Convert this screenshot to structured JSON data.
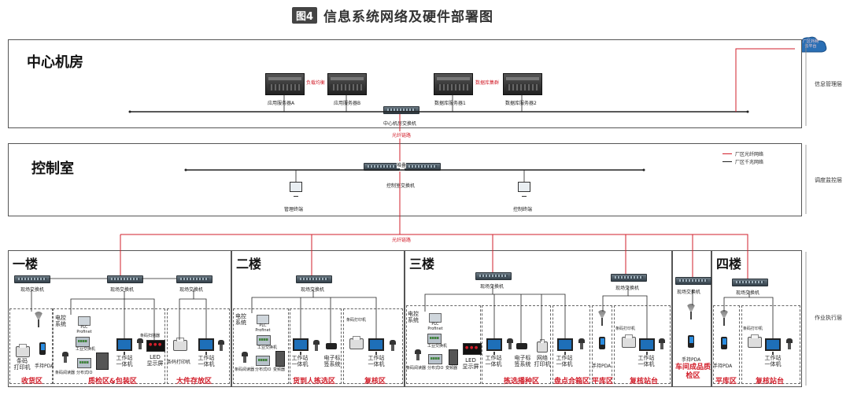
{
  "title": {
    "badge": "图4",
    "text": "信息系统网络及硬件部署图"
  },
  "zones": {
    "center": "中心机房",
    "control": "控制室"
  },
  "layers": {
    "top": "信息管理层",
    "middle": "调度监控层",
    "bottom": "作业执行层"
  },
  "legend": {
    "fiber": "厂区光纤网络",
    "gigabit": "厂区千兆网络"
  },
  "cloud": {
    "line1": "厂区外网",
    "line2": "云平台"
  },
  "center": {
    "servers": [
      "应用服务器A",
      "应用服务器B",
      "数据库服务器1",
      "数据库服务器2"
    ],
    "hot1": "负载均衡",
    "hot2": "数据库集群",
    "switch": "中心机房交换机",
    "fiber_label": "光纤链路"
  },
  "control": {
    "switch": "控制室交换机",
    "hot": "堆叠",
    "term1": "管理终端",
    "term2": "控制终端",
    "fiber_label": "光纤链路"
  },
  "floors": {
    "f1": {
      "title": "一楼",
      "switches": [
        "现场交换机",
        "现场交换机",
        "现场交换机"
      ],
      "devices": {
        "barcode_printer": "条码\n打印机",
        "pda": "手持PDA",
        "elec": "电控\n系统",
        "plc": "PLC\nProfinet",
        "ipc": "工业交换机",
        "scanner": "条码阅读器",
        "io": "分布式IO",
        "ws": "工作站\n一体机",
        "scan2": "条码扫描器",
        "led": "LED\n显示屏",
        "barcode_printer2": "条码打印机",
        "ws2": "工作站\n一体机"
      },
      "areas": [
        "收货区",
        "质检区&包装区",
        "大件存放区"
      ]
    },
    "f2": {
      "title": "二楼",
      "switch": "现场交换机",
      "devices": {
        "elec": "电控\n系统",
        "plc": "PLC\nProfinet",
        "ipc": "工业交换机",
        "scanner": "条码阅读器",
        "io": "分布式IO",
        "vfd": "变频器",
        "ws": "工作站\n一体机",
        "elabel": "电子标\n签系统",
        "barcode_printer": "条码打印机",
        "ws2": "工作站\n一体机"
      },
      "areas": [
        "货到人拣选区",
        "复核区"
      ]
    },
    "f3": {
      "title": "三楼",
      "switches": [
        "现场交换机",
        "现场交换机",
        "现场交换机"
      ],
      "devices": {
        "elec": "电控\n系统",
        "plc": "PLC\nProfinet",
        "ipc": "工业交换机",
        "scanner": "条码阅读器",
        "io": "分布式IO",
        "vfd": "变频器",
        "led": "LED\n显示屏",
        "ws": "工作站\n一体机",
        "elabel": "电子标\n签系统",
        "netprinter": "网络\n打印机",
        "ws2": "工作站\n一体机",
        "pda": "手持PDA",
        "barcode_printer": "条码打印机",
        "ws3": "工作站\n一体机",
        "pda2": "手持PDA"
      },
      "areas": [
        "拣选播种区",
        "盘点合箱区",
        "平库区",
        "复核站台",
        "车间成品质\n检区"
      ]
    },
    "f4": {
      "title": "四楼",
      "switch": "现场交换机",
      "devices": {
        "pda": "手持PDA",
        "barcode_printer": "条码打印机",
        "ws": "工作站\n一体机"
      },
      "areas": [
        "平库区",
        "复核站台"
      ]
    },
    "fiber_label": "光纤链路"
  },
  "colors": {
    "fiber": "#d21f2b",
    "line": "#222222",
    "area": "#d21f2b"
  }
}
